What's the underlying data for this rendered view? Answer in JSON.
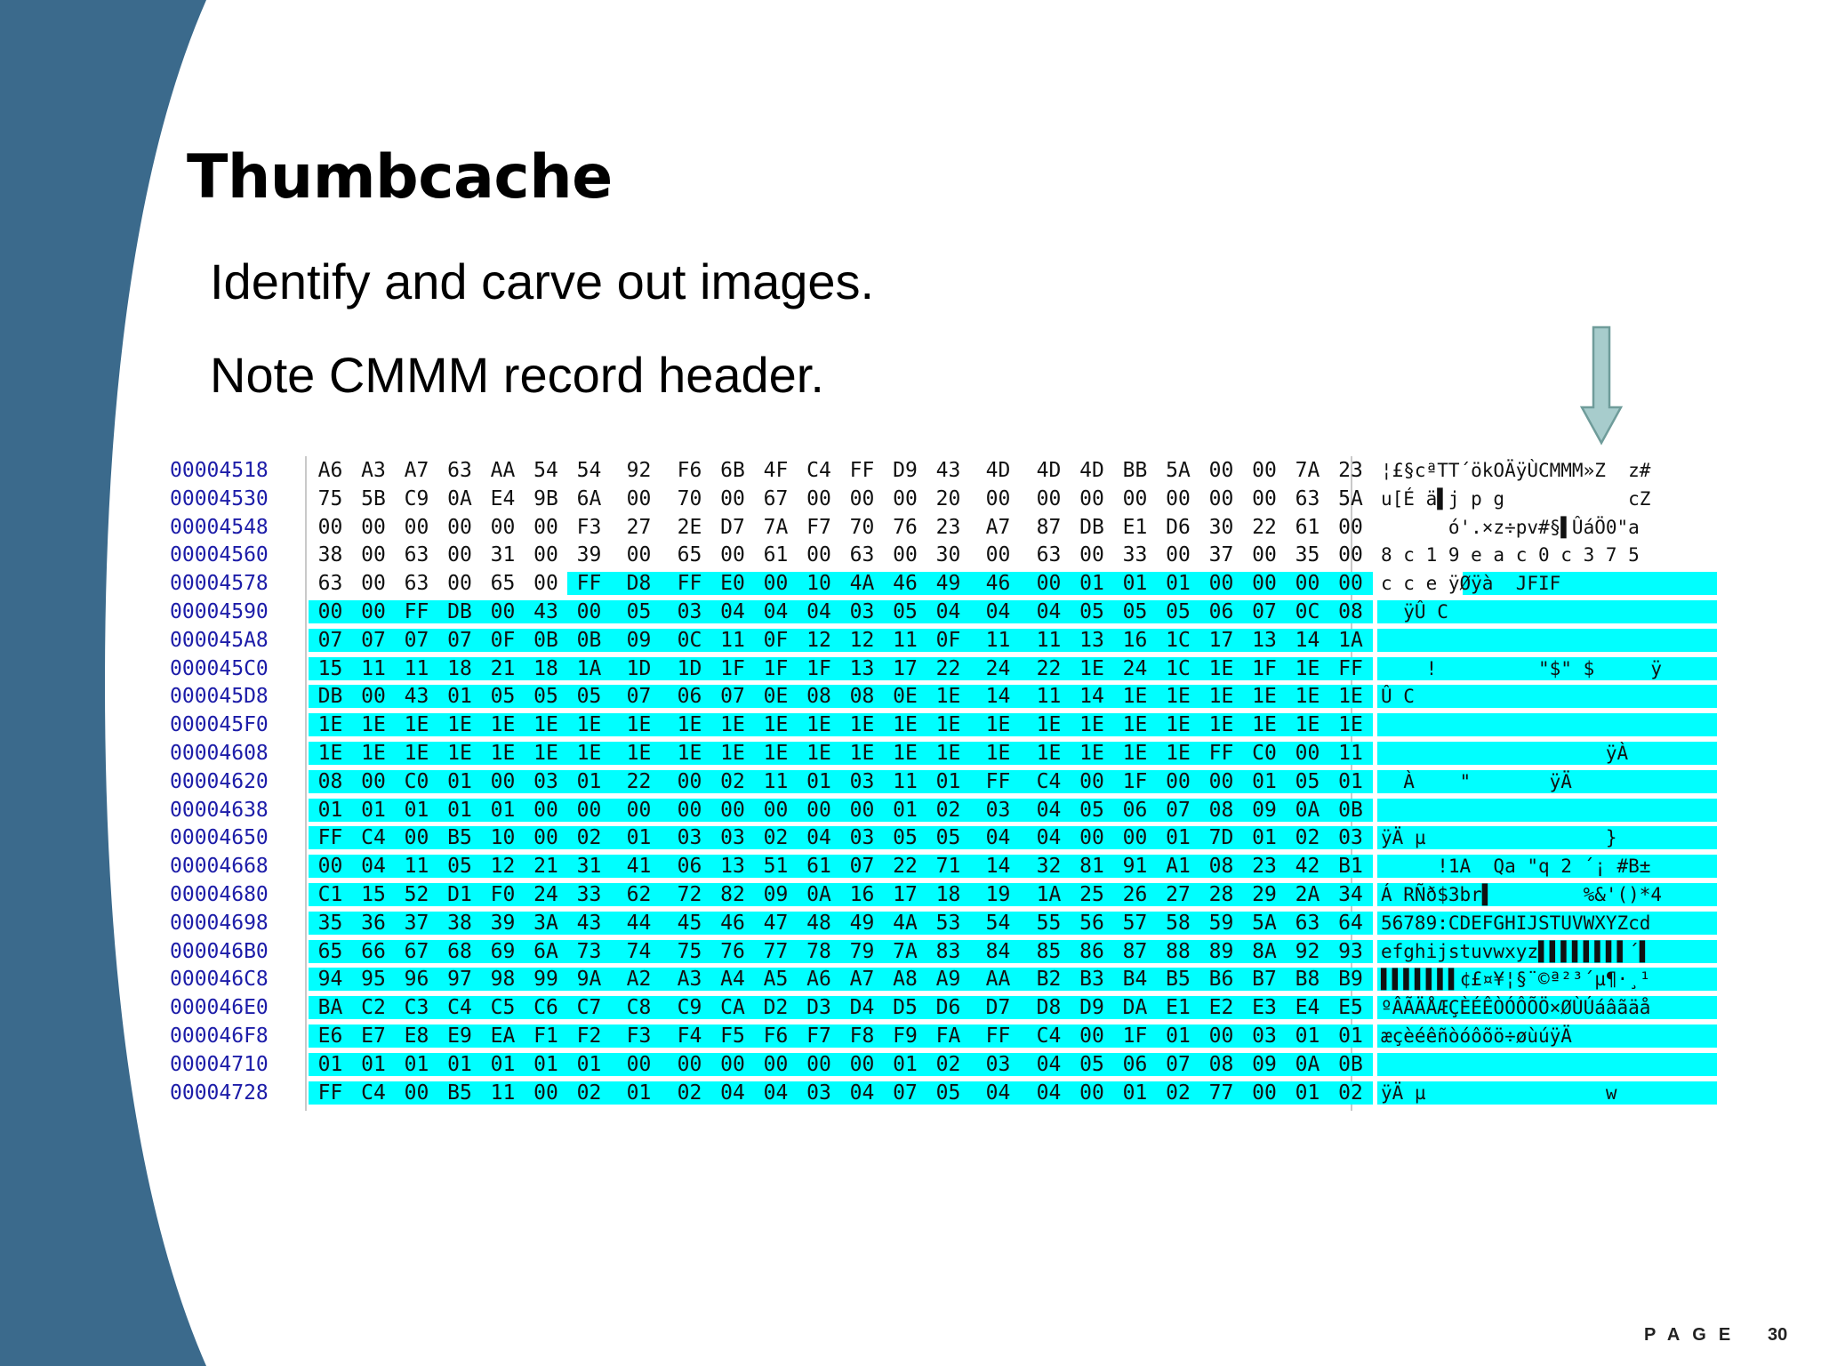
{
  "slide": {
    "title": "Thumbcache",
    "bullets": [
      "Identify and carve out images.",
      "Note CMMM record header."
    ],
    "page_label": "PAGE",
    "page_number": "30",
    "colors": {
      "band": "#3b6a8c",
      "highlight": "#00ffff",
      "offset_text": "#1c1ca8",
      "arrow_fill": "#a7cccc",
      "arrow_stroke": "#6f9c9a"
    }
  },
  "hex_view": {
    "highlight_start": {
      "row": 4,
      "byte": 6
    },
    "rows": [
      {
        "offset": "00004518",
        "bytes": [
          "A6",
          "A3",
          "A7",
          "63",
          "AA",
          "54",
          "54",
          "92",
          "F6",
          "6B",
          "4F",
          "C4",
          "FF",
          "D9",
          "43",
          "4D",
          "4D",
          "4D",
          "BB",
          "5A",
          "00",
          "00",
          "7A",
          "23"
        ],
        "ascii": "¦£§cªTT´ökOÄÿÙCMMM»Z  z#"
      },
      {
        "offset": "00004530",
        "bytes": [
          "75",
          "5B",
          "C9",
          "0A",
          "E4",
          "9B",
          "6A",
          "00",
          "70",
          "00",
          "67",
          "00",
          "00",
          "00",
          "20",
          "00",
          "00",
          "00",
          "00",
          "00",
          "00",
          "00",
          "63",
          "5A"
        ],
        "ascii": "u[É ä▌j p g           cZ"
      },
      {
        "offset": "00004548",
        "bytes": [
          "00",
          "00",
          "00",
          "00",
          "00",
          "00",
          "F3",
          "27",
          "2E",
          "D7",
          "7A",
          "F7",
          "70",
          "76",
          "23",
          "A7",
          "87",
          "DB",
          "E1",
          "D6",
          "30",
          "22",
          "61",
          "00"
        ],
        "ascii": "      ó'.×z÷pv#§▌ÛáÖ0\"a "
      },
      {
        "offset": "00004560",
        "bytes": [
          "38",
          "00",
          "63",
          "00",
          "31",
          "00",
          "39",
          "00",
          "65",
          "00",
          "61",
          "00",
          "63",
          "00",
          "30",
          "00",
          "63",
          "00",
          "33",
          "00",
          "37",
          "00",
          "35",
          "00"
        ],
        "ascii": "8 c 1 9 e a c 0 c 3 7 5 "
      },
      {
        "offset": "00004578",
        "bytes": [
          "63",
          "00",
          "63",
          "00",
          "65",
          "00",
          "FF",
          "D8",
          "FF",
          "E0",
          "00",
          "10",
          "4A",
          "46",
          "49",
          "46",
          "00",
          "01",
          "01",
          "01",
          "00",
          "00",
          "00",
          "00"
        ],
        "ascii": "c c e ÿØÿà  JFIF        "
      },
      {
        "offset": "00004590",
        "bytes": [
          "00",
          "00",
          "FF",
          "DB",
          "00",
          "43",
          "00",
          "05",
          "03",
          "04",
          "04",
          "04",
          "03",
          "05",
          "04",
          "04",
          "04",
          "05",
          "05",
          "05",
          "06",
          "07",
          "0C",
          "08"
        ],
        "ascii": "  ÿÛ C                  "
      },
      {
        "offset": "000045A8",
        "bytes": [
          "07",
          "07",
          "07",
          "07",
          "0F",
          "0B",
          "0B",
          "09",
          "0C",
          "11",
          "0F",
          "12",
          "12",
          "11",
          "0F",
          "11",
          "11",
          "13",
          "16",
          "1C",
          "17",
          "13",
          "14",
          "1A"
        ],
        "ascii": "                        "
      },
      {
        "offset": "000045C0",
        "bytes": [
          "15",
          "11",
          "11",
          "18",
          "21",
          "18",
          "1A",
          "1D",
          "1D",
          "1F",
          "1F",
          "1F",
          "13",
          "17",
          "22",
          "24",
          "22",
          "1E",
          "24",
          "1C",
          "1E",
          "1F",
          "1E",
          "FF"
        ],
        "ascii": "    !         \"$\" $     ÿ"
      },
      {
        "offset": "000045D8",
        "bytes": [
          "DB",
          "00",
          "43",
          "01",
          "05",
          "05",
          "05",
          "07",
          "06",
          "07",
          "0E",
          "08",
          "08",
          "0E",
          "1E",
          "14",
          "11",
          "14",
          "1E",
          "1E",
          "1E",
          "1E",
          "1E",
          "1E"
        ],
        "ascii": "Û C                     "
      },
      {
        "offset": "000045F0",
        "bytes": [
          "1E",
          "1E",
          "1E",
          "1E",
          "1E",
          "1E",
          "1E",
          "1E",
          "1E",
          "1E",
          "1E",
          "1E",
          "1E",
          "1E",
          "1E",
          "1E",
          "1E",
          "1E",
          "1E",
          "1E",
          "1E",
          "1E",
          "1E",
          "1E"
        ],
        "ascii": "                        "
      },
      {
        "offset": "00004608",
        "bytes": [
          "1E",
          "1E",
          "1E",
          "1E",
          "1E",
          "1E",
          "1E",
          "1E",
          "1E",
          "1E",
          "1E",
          "1E",
          "1E",
          "1E",
          "1E",
          "1E",
          "1E",
          "1E",
          "1E",
          "1E",
          "FF",
          "C0",
          "00",
          "11"
        ],
        "ascii": "                    ÿÀ  "
      },
      {
        "offset": "00004620",
        "bytes": [
          "08",
          "00",
          "C0",
          "01",
          "00",
          "03",
          "01",
          "22",
          "00",
          "02",
          "11",
          "01",
          "03",
          "11",
          "01",
          "FF",
          "C4",
          "00",
          "1F",
          "00",
          "00",
          "01",
          "05",
          "01"
        ],
        "ascii": "  À    \"       ÿÄ       "
      },
      {
        "offset": "00004638",
        "bytes": [
          "01",
          "01",
          "01",
          "01",
          "01",
          "00",
          "00",
          "00",
          "00",
          "00",
          "00",
          "00",
          "00",
          "01",
          "02",
          "03",
          "04",
          "05",
          "06",
          "07",
          "08",
          "09",
          "0A",
          "0B"
        ],
        "ascii": "                        "
      },
      {
        "offset": "00004650",
        "bytes": [
          "FF",
          "C4",
          "00",
          "B5",
          "10",
          "00",
          "02",
          "01",
          "03",
          "03",
          "02",
          "04",
          "03",
          "05",
          "05",
          "04",
          "04",
          "00",
          "00",
          "01",
          "7D",
          "01",
          "02",
          "03"
        ],
        "ascii": "ÿÄ µ                }   "
      },
      {
        "offset": "00004668",
        "bytes": [
          "00",
          "04",
          "11",
          "05",
          "12",
          "21",
          "31",
          "41",
          "06",
          "13",
          "51",
          "61",
          "07",
          "22",
          "71",
          "14",
          "32",
          "81",
          "91",
          "A1",
          "08",
          "23",
          "42",
          "B1"
        ],
        "ascii": "     !1A  Qa \"q 2 ´¡ #B±"
      },
      {
        "offset": "00004680",
        "bytes": [
          "C1",
          "15",
          "52",
          "D1",
          "F0",
          "24",
          "33",
          "62",
          "72",
          "82",
          "09",
          "0A",
          "16",
          "17",
          "18",
          "19",
          "1A",
          "25",
          "26",
          "27",
          "28",
          "29",
          "2A",
          "34"
        ],
        "ascii": "Á RÑð$3br▌        %&'()*4"
      },
      {
        "offset": "00004698",
        "bytes": [
          "35",
          "36",
          "37",
          "38",
          "39",
          "3A",
          "43",
          "44",
          "45",
          "46",
          "47",
          "48",
          "49",
          "4A",
          "53",
          "54",
          "55",
          "56",
          "57",
          "58",
          "59",
          "5A",
          "63",
          "64"
        ],
        "ascii": "56789:CDEFGHIJSTUVWXYZcd"
      },
      {
        "offset": "000046B0",
        "bytes": [
          "65",
          "66",
          "67",
          "68",
          "69",
          "6A",
          "73",
          "74",
          "75",
          "76",
          "77",
          "78",
          "79",
          "7A",
          "83",
          "84",
          "85",
          "86",
          "87",
          "88",
          "89",
          "8A",
          "92",
          "93"
        ],
        "ascii": "efghijstuvwxyz▌▌▌▌▌▌▌▌´▌"
      },
      {
        "offset": "000046C8",
        "bytes": [
          "94",
          "95",
          "96",
          "97",
          "98",
          "99",
          "9A",
          "A2",
          "A3",
          "A4",
          "A5",
          "A6",
          "A7",
          "A8",
          "A9",
          "AA",
          "B2",
          "B3",
          "B4",
          "B5",
          "B6",
          "B7",
          "B8",
          "B9"
        ],
        "ascii": "▌▌▌▌▌▌▌¢£¤¥¦§¨©ª²³´µ¶·¸¹"
      },
      {
        "offset": "000046E0",
        "bytes": [
          "BA",
          "C2",
          "C3",
          "C4",
          "C5",
          "C6",
          "C7",
          "C8",
          "C9",
          "CA",
          "D2",
          "D3",
          "D4",
          "D5",
          "D6",
          "D7",
          "D8",
          "D9",
          "DA",
          "E1",
          "E2",
          "E3",
          "E4",
          "E5"
        ],
        "ascii": "ºÂÃÄÅÆÇÈÉÊÒÓÔÕÖ×ØÙÚáâãäå"
      },
      {
        "offset": "000046F8",
        "bytes": [
          "E6",
          "E7",
          "E8",
          "E9",
          "EA",
          "F1",
          "F2",
          "F3",
          "F4",
          "F5",
          "F6",
          "F7",
          "F8",
          "F9",
          "FA",
          "FF",
          "C4",
          "00",
          "1F",
          "01",
          "00",
          "03",
          "01",
          "01"
        ],
        "ascii": "æçèéêñòóôõö÷øùúÿÄ       "
      },
      {
        "offset": "00004710",
        "bytes": [
          "01",
          "01",
          "01",
          "01",
          "01",
          "01",
          "01",
          "00",
          "00",
          "00",
          "00",
          "00",
          "00",
          "01",
          "02",
          "03",
          "04",
          "05",
          "06",
          "07",
          "08",
          "09",
          "0A",
          "0B"
        ],
        "ascii": "                        "
      },
      {
        "offset": "00004728",
        "bytes": [
          "FF",
          "C4",
          "00",
          "B5",
          "11",
          "00",
          "02",
          "01",
          "02",
          "04",
          "04",
          "03",
          "04",
          "07",
          "05",
          "04",
          "04",
          "00",
          "01",
          "02",
          "77",
          "00",
          "01",
          "02"
        ],
        "ascii": "ÿÄ µ                w   "
      }
    ]
  }
}
